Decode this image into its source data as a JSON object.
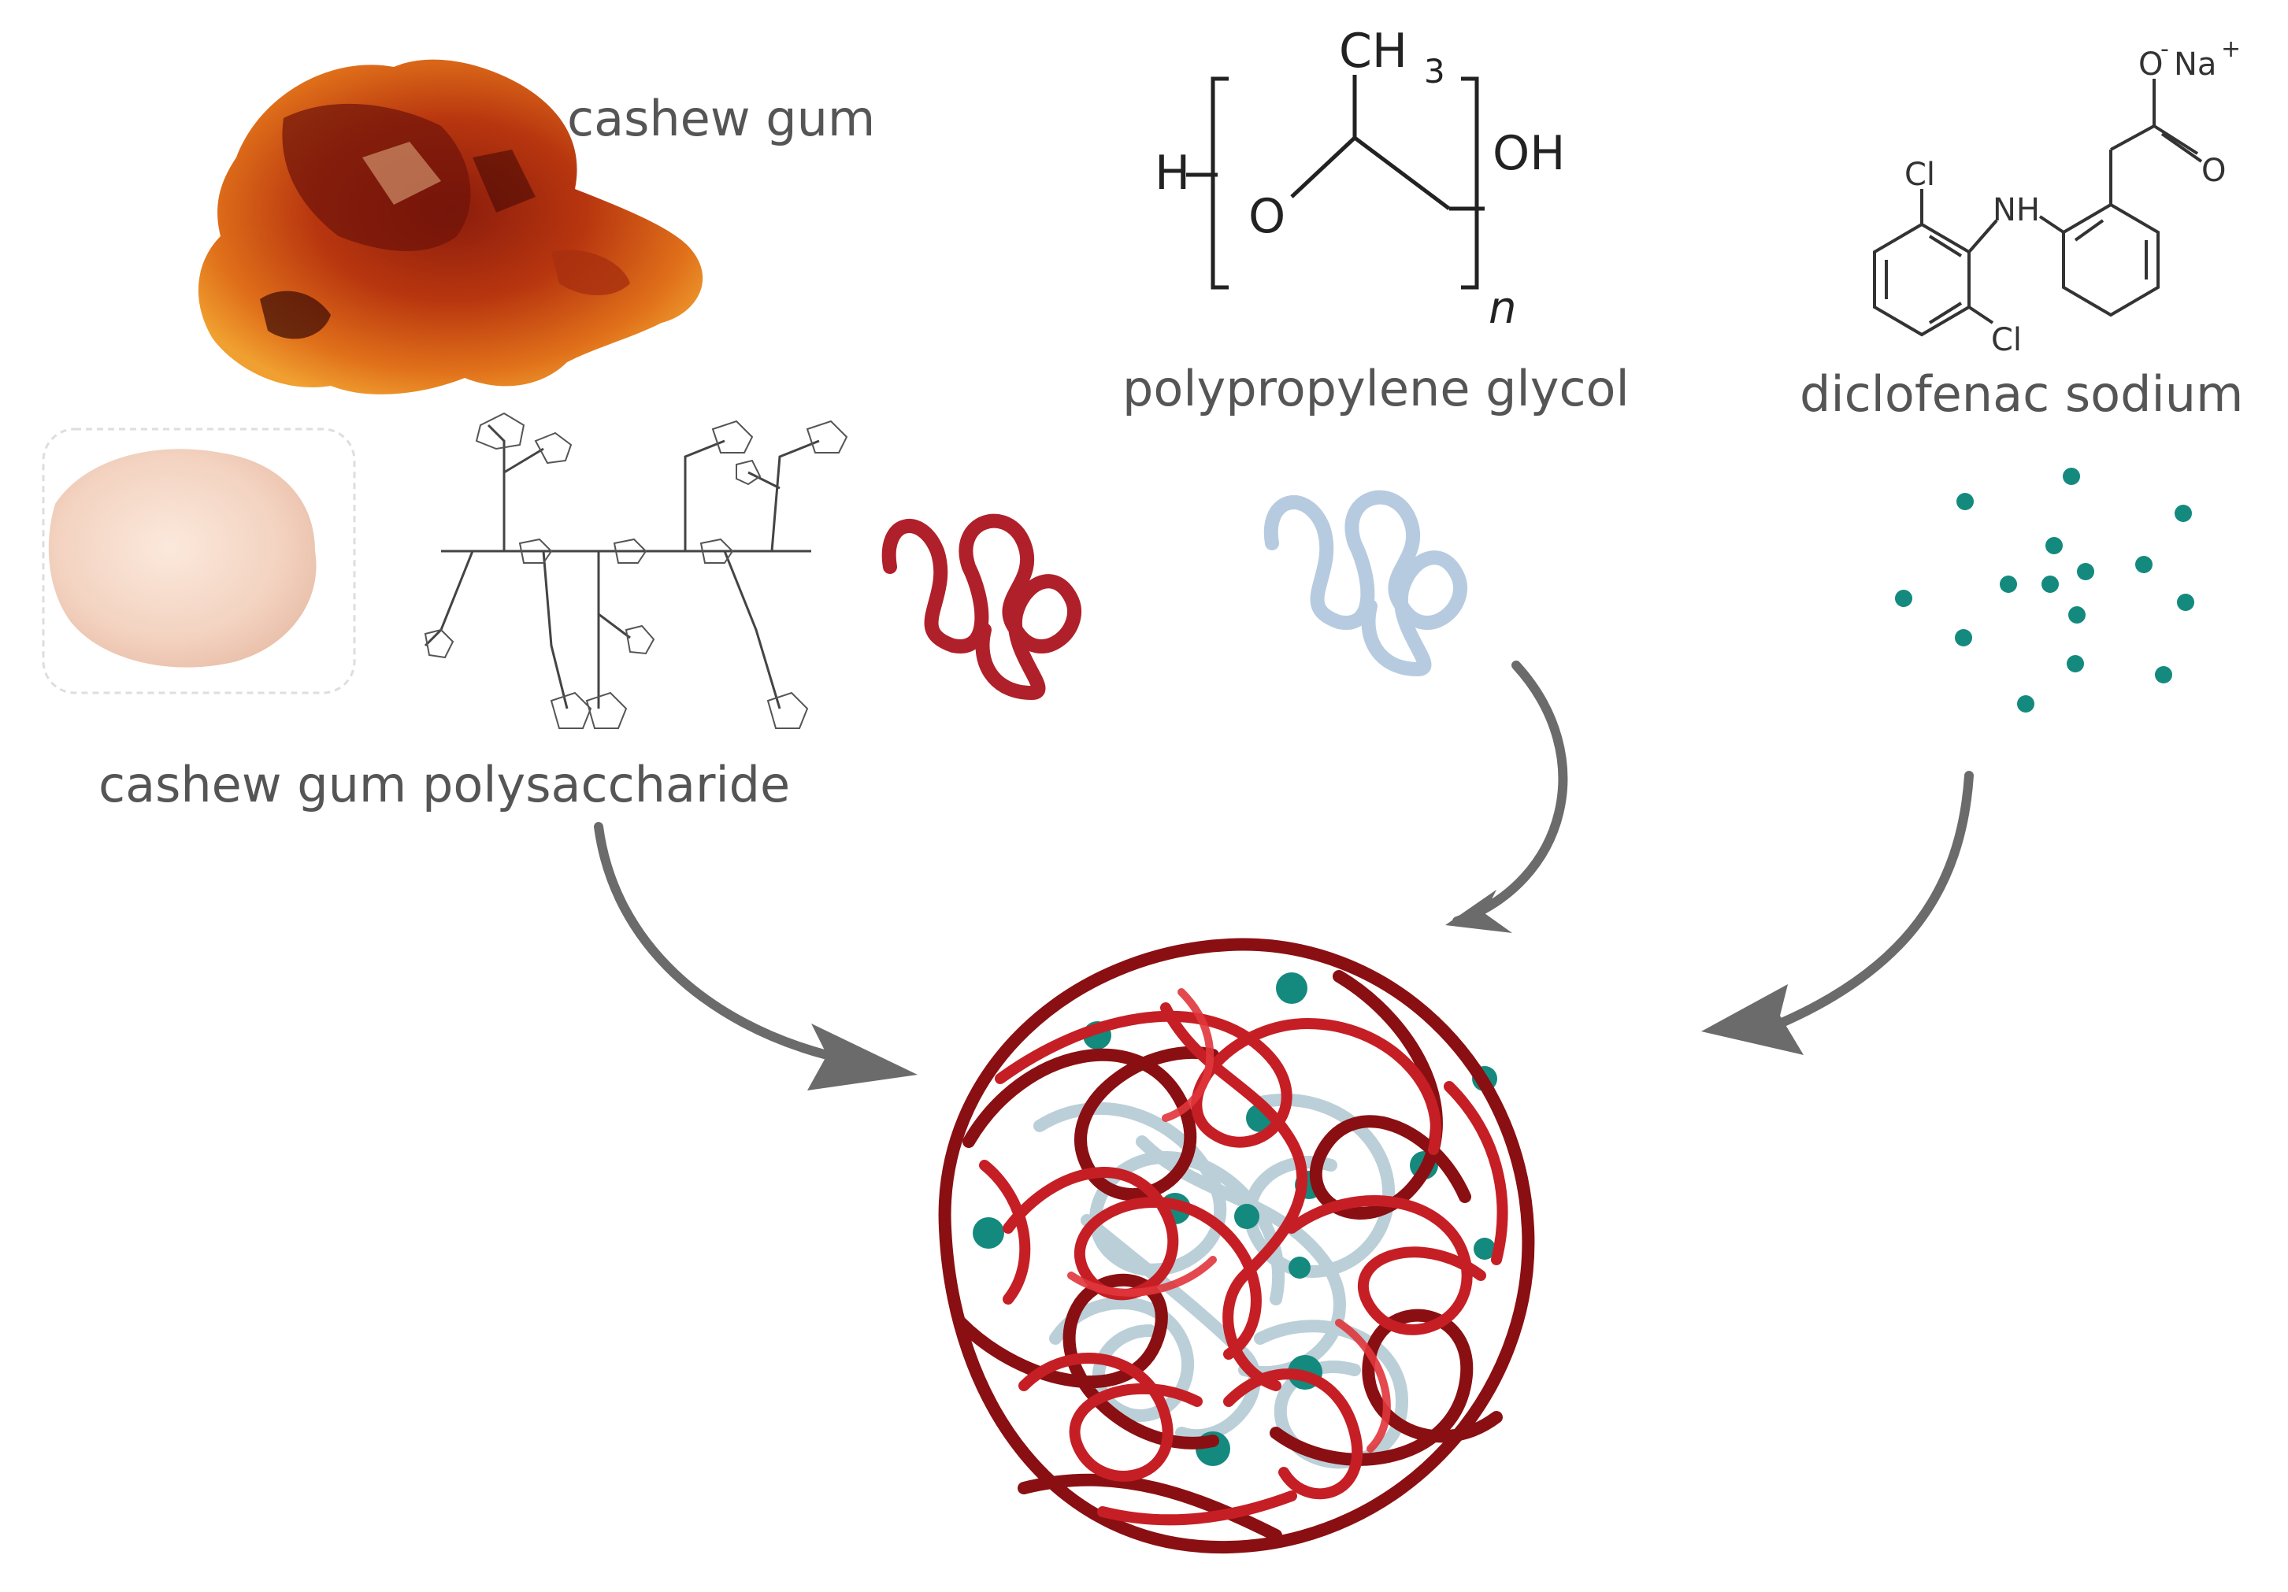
{
  "labels": {
    "cashew_gum": "cashew gum",
    "polypropylene_glycol": "polypropylene glycol",
    "diclofenac_sodium": "diclofenac sodium",
    "cashew_gum_polysaccharide": "cashew gum polysaccharide"
  },
  "ppg_structure": {
    "h": "H",
    "o": "O",
    "ch3": "CH",
    "ch3_sub": "3",
    "oh": "OH",
    "n": "n"
  },
  "diclofenac_structure": {
    "o_minus": "O",
    "minus": "-",
    "na": "Na",
    "plus": "+",
    "o": "O",
    "nh": "NH",
    "cl_top": "Cl",
    "cl_bottom": "Cl"
  },
  "colors": {
    "cashew_red": "#b0202a",
    "ppg_blue": "#b7cbe0",
    "drug_teal": "#138a7d",
    "arrow_gray": "#6b6b6b",
    "label_gray": "#555555"
  }
}
